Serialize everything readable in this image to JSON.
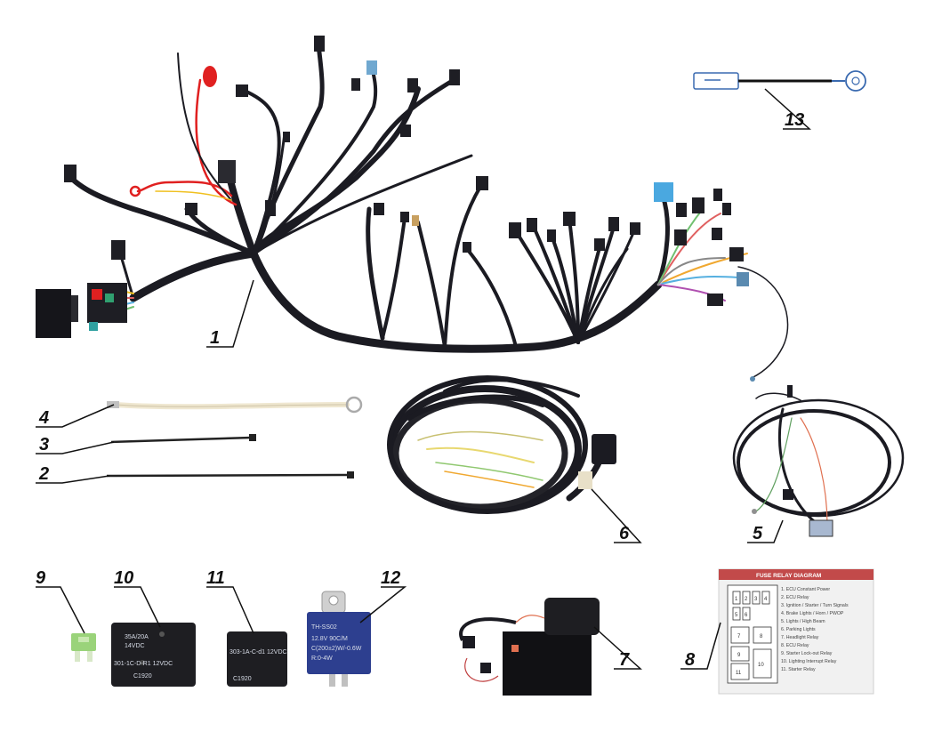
{
  "callouts": {
    "c1": "1",
    "c2": "2",
    "c3": "3",
    "c4": "4",
    "c5": "5",
    "c6": "6",
    "c7": "7",
    "c8": "8",
    "c9": "9",
    "c10": "10",
    "c11": "11",
    "c12": "12",
    "c13": "13"
  },
  "relay10": {
    "line1": "35A/20A",
    "line2": "14VDC",
    "line3": "301-1C-D-R1 12VDC",
    "line4": "C1920"
  },
  "relay11": {
    "line1": "303-1A-C-d1 12VDC",
    "line2": "C1920"
  },
  "relay12": {
    "line1": "TH-SS02",
    "line2": "12.8V 90C/M",
    "line3": "C(200±2)W/-0.6W",
    "line4": "R:0-4W"
  },
  "fuse_diagram": {
    "title": "FUSE RELAY DIAGRAM",
    "items": [
      "1. ECU Constant Power",
      "2. ECU Relay",
      "3. Ignition / Starter / Turn Signals",
      "4. Brake Lights / Horn / PWOP",
      "5. Lights / High Beam",
      "6. Parking Lights",
      "7. Headlight Relay",
      "8. ECU Relay",
      "9. Starter Lock-out Relay",
      "10. Lighting Interrupt Relay",
      "11. Starter Relay"
    ],
    "box_numbers": [
      "1",
      "2",
      "3",
      "4",
      "5",
      "6",
      "7",
      "8",
      "9",
      "10",
      "11"
    ]
  },
  "colors": {
    "harness": "#1b1b22",
    "label_line": "#111111",
    "relay_blue": "#2d3f8f",
    "fuse_green": "#9ad37a",
    "fuse_header": "#c24a4a"
  }
}
